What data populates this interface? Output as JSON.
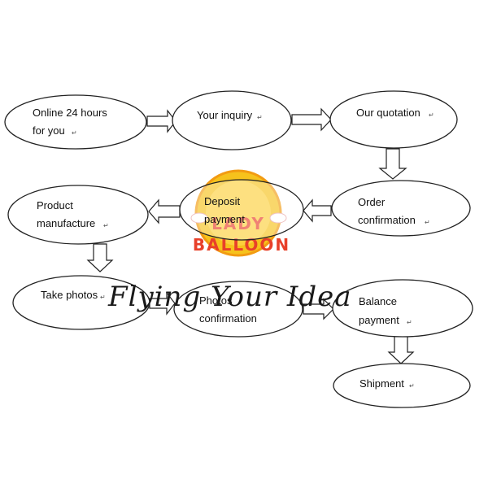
{
  "diagram": {
    "nodes": [
      {
        "id": "online",
        "lines": [
          "Online  24  hours",
          "for you"
        ]
      },
      {
        "id": "inquiry",
        "lines": [
          "Your inquiry"
        ]
      },
      {
        "id": "quotation",
        "lines": [
          "Our quotation"
        ]
      },
      {
        "id": "order",
        "lines": [
          "Order",
          "confirmation"
        ]
      },
      {
        "id": "deposit",
        "lines": [
          "Deposit",
          "payment"
        ]
      },
      {
        "id": "manufacture",
        "lines": [
          "Product",
          "manufacture"
        ]
      },
      {
        "id": "photos",
        "lines": [
          "Take photos"
        ]
      },
      {
        "id": "photos_confirm",
        "lines": [
          "Photos",
          "confirmation"
        ]
      },
      {
        "id": "balance",
        "lines": [
          "Balance",
          "payment"
        ]
      },
      {
        "id": "shipment",
        "lines": [
          "Shipment"
        ]
      }
    ],
    "paragraph_mark": "↵"
  },
  "logo": {
    "line1": "LADY",
    "line2": "BALLOON",
    "colors": {
      "sun": "#f6c21c",
      "sun_edge": "#f29b12",
      "text": "#e8402a"
    }
  },
  "watermark": {
    "text": "Flying Your Idea"
  }
}
